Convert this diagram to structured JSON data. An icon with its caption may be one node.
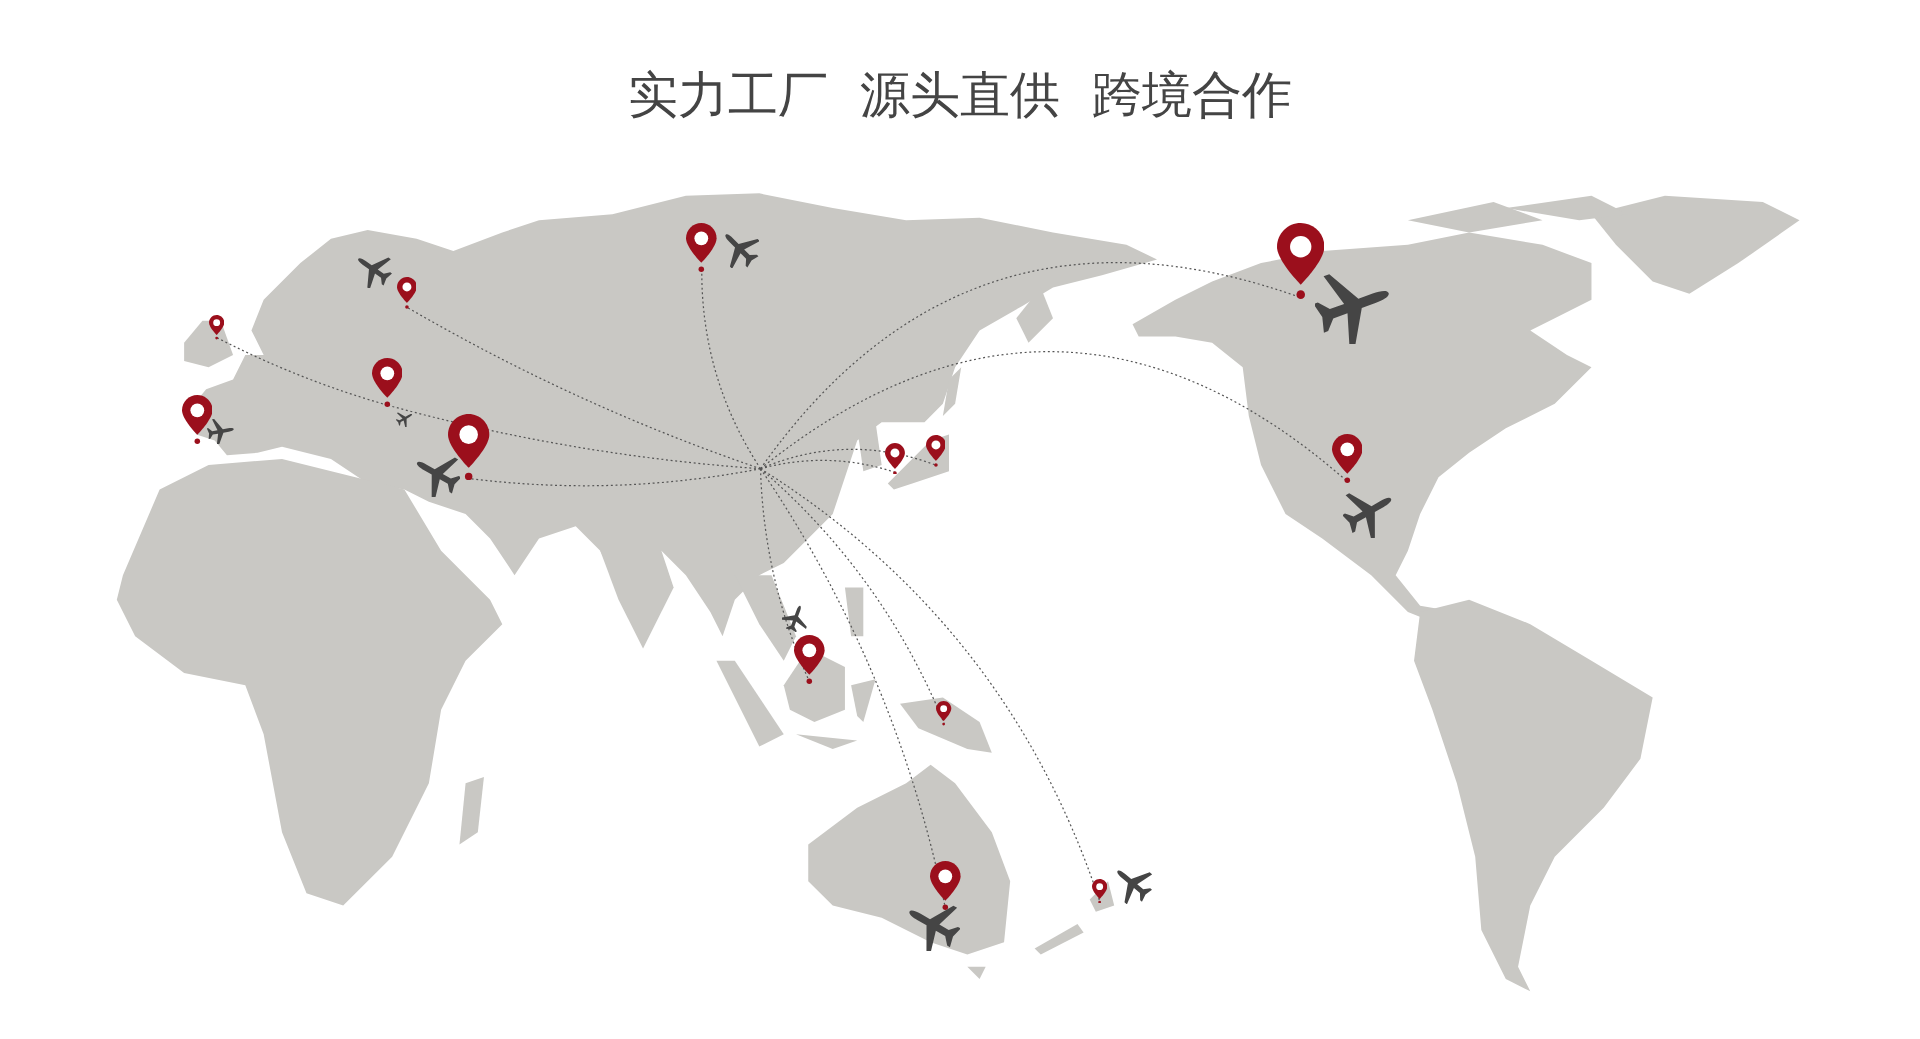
{
  "diagram": {
    "title": "实力工厂  源头直供  跨境合作",
    "nodes": [
      {
        "text": [],
        "shape": "pin"
      },
      {
        "text": [],
        "shape": "pin"
      },
      {
        "text": [],
        "shape": "pin"
      },
      {
        "text": [],
        "shape": "pin"
      },
      {
        "text": [],
        "shape": "pin"
      },
      {
        "text": [],
        "shape": "pin"
      },
      {
        "text": [],
        "shape": "pin"
      },
      {
        "text": [],
        "shape": "pin"
      },
      {
        "text": [],
        "shape": "pin"
      },
      {
        "text": [],
        "shape": "pin"
      },
      {
        "text": [],
        "shape": "pin"
      },
      {
        "text": [],
        "shape": "pin"
      },
      {
        "text": [],
        "shape": "pin"
      },
      {
        "text": [],
        "shape": "pin"
      }
    ],
    "edges": [
      {
        "from": null,
        "to": 8,
        "arrow": "none",
        "style": "dashed"
      },
      {
        "from": null,
        "to": 9,
        "arrow": "none",
        "style": "dashed"
      },
      {
        "from": null,
        "to": 6,
        "arrow": "none",
        "style": "dashed"
      },
      {
        "from": null,
        "to": 7,
        "arrow": "none",
        "style": "dashed"
      },
      {
        "from": null,
        "to": 2,
        "arrow": "none",
        "style": "dashed"
      },
      {
        "from": null,
        "to": 1,
        "arrow": "none",
        "style": "dashed"
      },
      {
        "from": null,
        "to": 4,
        "arrow": "none",
        "style": "dashed"
      },
      {
        "from": 4,
        "to": 0,
        "arrow": "none",
        "style": "dashed"
      },
      {
        "from": null,
        "to": 5,
        "arrow": "none",
        "style": "dashed"
      },
      {
        "from": null,
        "to": 10,
        "arrow": "none",
        "style": "dashed"
      },
      {
        "from": null,
        "to": 11,
        "arrow": "none",
        "style": "dashed"
      },
      {
        "from": null,
        "to": 12,
        "arrow": "none",
        "style": "dashed"
      },
      {
        "from": null,
        "to": 13,
        "arrow": "none",
        "style": "dashed"
      }
    ]
  }
}
